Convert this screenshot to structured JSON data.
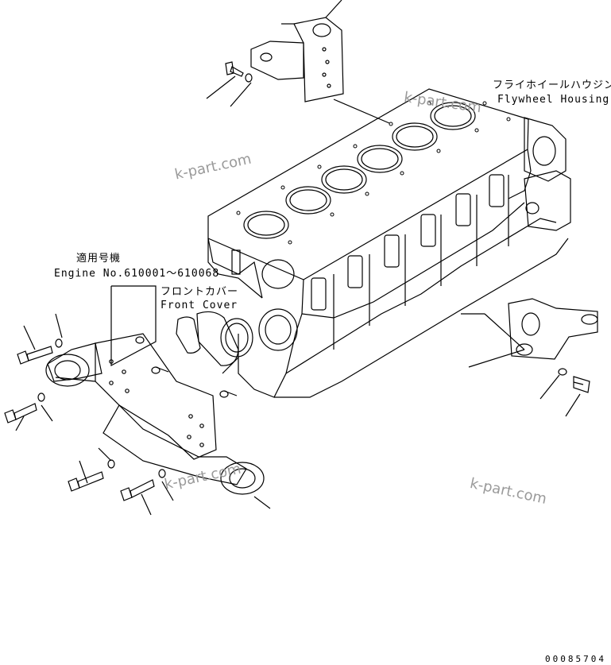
{
  "labels": {
    "flywheel_housing_jp": "フライホイールハウジング",
    "flywheel_housing_en": "Flywheel Housing",
    "front_cover_jp": "フロントカバー",
    "front_cover_en": "Front Cover",
    "applicable_jp": "適用号機",
    "applicable_en": "Engine No.610001～610068"
  },
  "watermarks": [
    "k-part.com",
    "k-part.com",
    "k-part.com",
    "k-part.com"
  ],
  "figure_number": "00085704"
}
